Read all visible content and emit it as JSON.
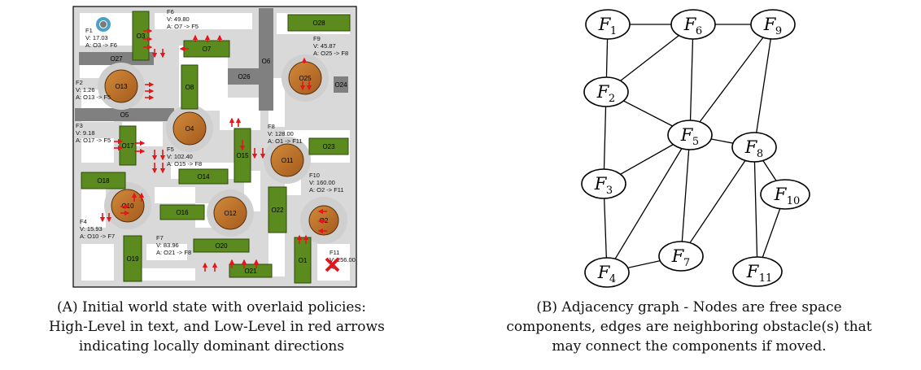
{
  "panel_a": {
    "zone_labels": [
      {
        "id": "F1",
        "lines": [
          "F1",
          "V: 17.03",
          "A: O3 -> F6"
        ]
      },
      {
        "id": "F6",
        "lines": [
          "F6",
          "V: 49.80",
          "A: O7 -> F5"
        ]
      },
      {
        "id": "F9",
        "lines": [
          "F9",
          "V: 45.87",
          "A: O25 -> F8"
        ]
      },
      {
        "id": "F2",
        "lines": [
          "F2",
          "V: 1.26",
          "A: O13 -> F5"
        ]
      },
      {
        "id": "F3",
        "lines": [
          "F3",
          "V: 9.18",
          "A: O17 -> F5"
        ]
      },
      {
        "id": "F8",
        "lines": [
          "F8",
          "V: 128.00",
          "A: O1 -> F11"
        ]
      },
      {
        "id": "F5",
        "lines": [
          "F5",
          "V: 102.40",
          "A: O15 -> F8"
        ]
      },
      {
        "id": "F10",
        "lines": [
          "F10",
          "V: 160.00",
          "A: O2 -> F11"
        ]
      },
      {
        "id": "F4",
        "lines": [
          "F4",
          "V: 15.93",
          "A: O10 -> F7"
        ]
      },
      {
        "id": "F7",
        "lines": [
          "F7",
          "V: 83.96",
          "A: O21 -> F8"
        ]
      },
      {
        "id": "F11",
        "lines": [
          "F11",
          "V: 256.00",
          "A:"
        ]
      }
    ],
    "obstacles": [
      "O3",
      "O27",
      "O7",
      "O8",
      "O28",
      "O6",
      "O26",
      "O25",
      "O24",
      "O13",
      "O5",
      "O4",
      "O17",
      "O15",
      "O11",
      "O23",
      "O14",
      "O18",
      "O10",
      "O16",
      "O12",
      "O22",
      "O2",
      "O20",
      "O19",
      "O21",
      "O1"
    ]
  },
  "panel_b": {
    "nodes": [
      {
        "name": "F",
        "sub": "1"
      },
      {
        "name": "F",
        "sub": "6"
      },
      {
        "name": "F",
        "sub": "9"
      },
      {
        "name": "F",
        "sub": "2"
      },
      {
        "name": "F",
        "sub": "5"
      },
      {
        "name": "F",
        "sub": "8"
      },
      {
        "name": "F",
        "sub": "3"
      },
      {
        "name": "F",
        "sub": "10"
      },
      {
        "name": "F",
        "sub": "7"
      },
      {
        "name": "F",
        "sub": "4"
      },
      {
        "name": "F",
        "sub": "11"
      }
    ],
    "edges": [
      [
        "F1",
        "F6"
      ],
      [
        "F6",
        "F9"
      ],
      [
        "F1",
        "F2"
      ],
      [
        "F2",
        "F6"
      ],
      [
        "F6",
        "F5"
      ],
      [
        "F9",
        "F5"
      ],
      [
        "F9",
        "F8"
      ],
      [
        "F2",
        "F5"
      ],
      [
        "F2",
        "F3"
      ],
      [
        "F5",
        "F8"
      ],
      [
        "F5",
        "F3"
      ],
      [
        "F5",
        "F4"
      ],
      [
        "F5",
        "F7"
      ],
      [
        "F8",
        "F7"
      ],
      [
        "F8",
        "F10"
      ],
      [
        "F8",
        "F11"
      ],
      [
        "F10",
        "F11"
      ],
      [
        "F3",
        "F4"
      ],
      [
        "F4",
        "F7"
      ]
    ]
  },
  "captions": {
    "a_tag": "(A)",
    "a_line1": "Initial world state with overlaid policies:",
    "a_line2": "High-Level in text, and Low-Level in red arrows",
    "a_line3": "indicating locally dominant directions",
    "b_tag": "(B)",
    "b_line1": "Adjacency graph - Nodes are free space",
    "b_line2": "components, edges are neighboring obstacle(s) that",
    "b_line3": "may connect the components if moved."
  }
}
